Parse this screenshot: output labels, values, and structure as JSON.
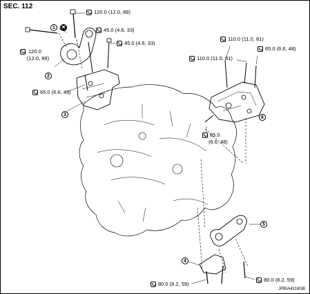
{
  "header": {
    "section": "SEC. 112"
  },
  "footer": {
    "figure_code": "JPBIA4318GB"
  },
  "icons": {
    "torque": "torque-wrench-icon",
    "noreuse": "do-not-reuse-icon"
  },
  "callouts": [
    "1",
    "2",
    "3",
    "4",
    "5",
    "6"
  ],
  "torques": {
    "t1": "120.0 (12.0, 89)",
    "t2a": "120.0",
    "t2b": "(12.0, 89)",
    "t3": "45.0 (4.6, 33)",
    "t4": "45.0 (4.6, 33)",
    "t5": "65.0 (6.6, 48)",
    "t6": "110.0 (11.0, 81)",
    "t7": "110.0 (11.0, 81)",
    "t8": "65.0 (6.6, 48)",
    "t9a": "65.0",
    "t9b": "(6.6, 48)",
    "t10": "80.0 (8.2, 59)",
    "t11": "80.0 (8.2, 59)"
  }
}
